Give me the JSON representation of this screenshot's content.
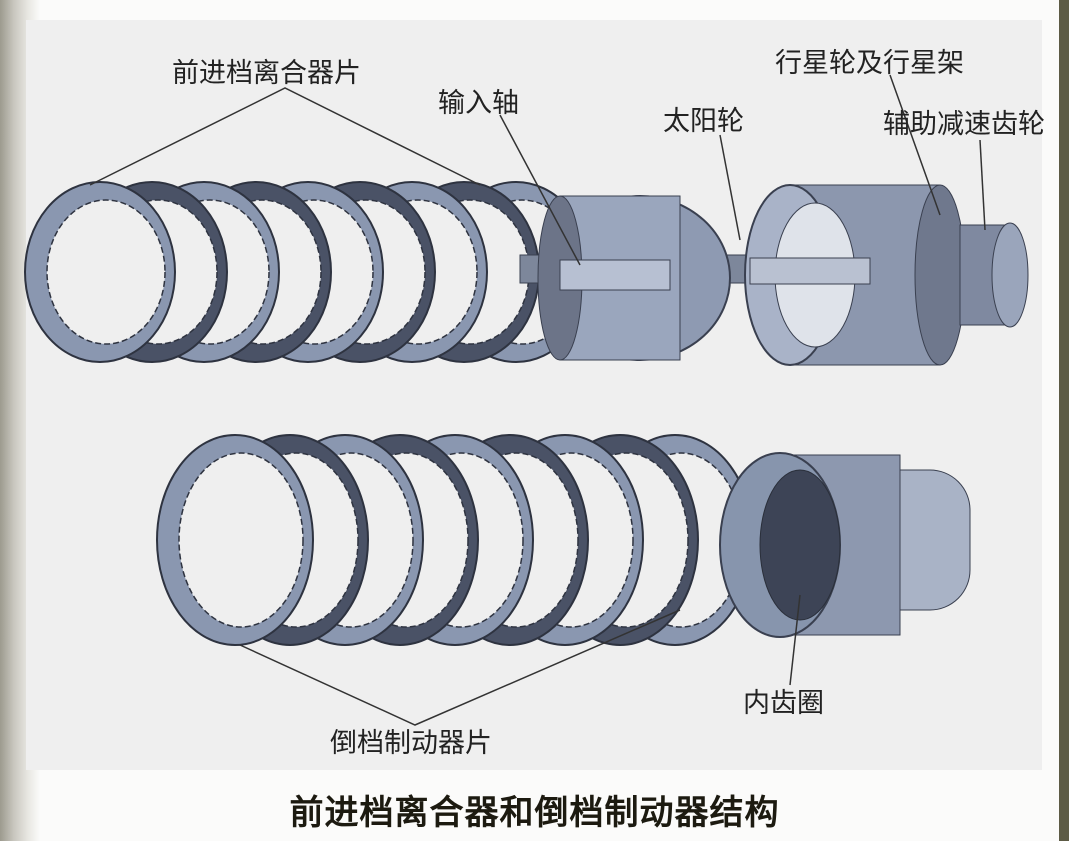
{
  "labels": {
    "forward_clutch_plates": "前进档离合器片",
    "input_shaft": "输入轴",
    "sun_gear": "太阳轮",
    "planetary_gears_and_carrier": "行星轮及行星架",
    "auxiliary_reduction_gear": "辅助减速齿轮",
    "ring_gear": "内齿圈",
    "reverse_brake_plates": "倒档制动器片"
  },
  "caption": "前进档离合器和倒档制动器结构",
  "colors": {
    "part_light": "#8a97b0",
    "part_dark": "#4a5266",
    "background": "#efefef"
  }
}
